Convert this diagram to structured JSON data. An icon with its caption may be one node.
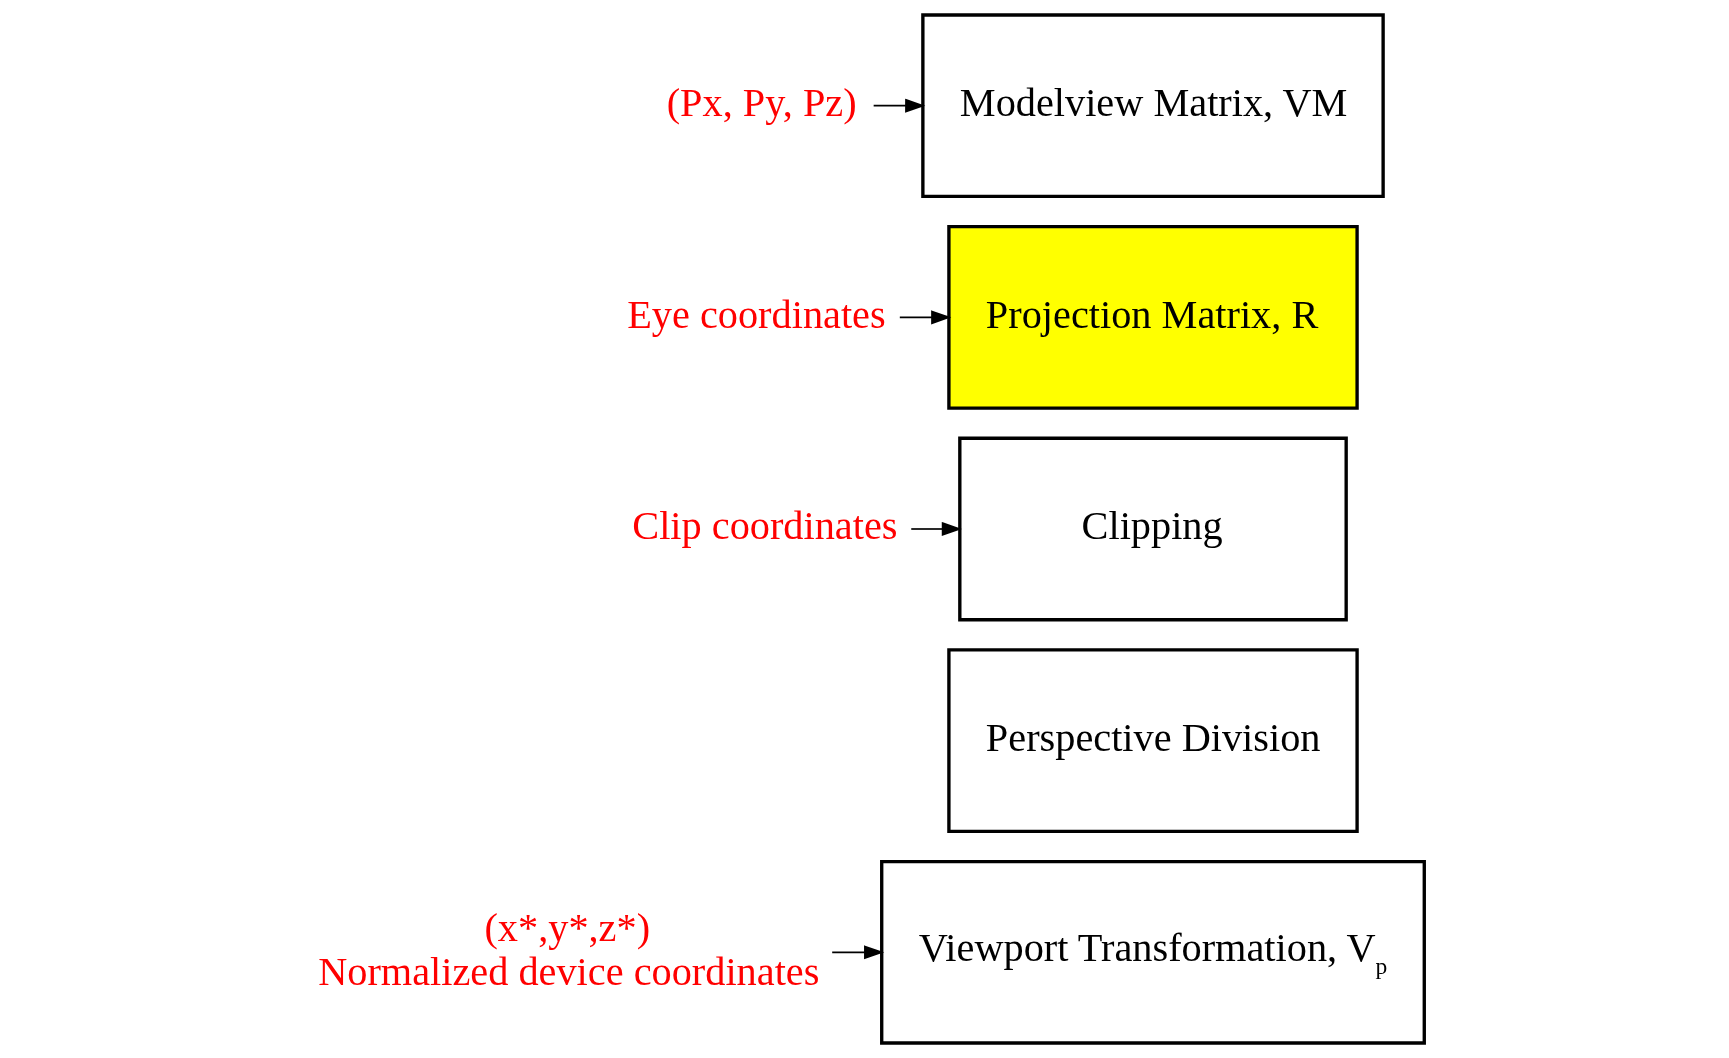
{
  "diagram": {
    "nodes": [
      {
        "text": [
          "(Px, Py, Pz)"
        ]
      },
      {
        "text": [
          "Modelview Matrix, VM"
        ]
      },
      {
        "text": [
          "Eye coordinates"
        ]
      },
      {
        "text": [
          "Projection Matrix, R"
        ]
      },
      {
        "text": [
          "Clip coordinates"
        ]
      },
      {
        "text": [
          "Clipping"
        ]
      },
      {
        "text": [
          "(x*,y*,z*)",
          "Normalized device coordinates"
        ]
      },
      {
        "text": [
          "Perspective Division"
        ]
      },
      {
        "text": [
          "Viewport Transformation, V$_{p}$"
        ]
      }
    ],
    "edges": [
      {
        "from": 0,
        "to": 1,
        "arrow": "to"
      },
      {
        "from": 2,
        "to": 3,
        "arrow": "to"
      },
      {
        "from": 4,
        "to": 5,
        "arrow": "to"
      },
      {
        "from": 6,
        "to": 8,
        "arrow": "to"
      }
    ]
  }
}
